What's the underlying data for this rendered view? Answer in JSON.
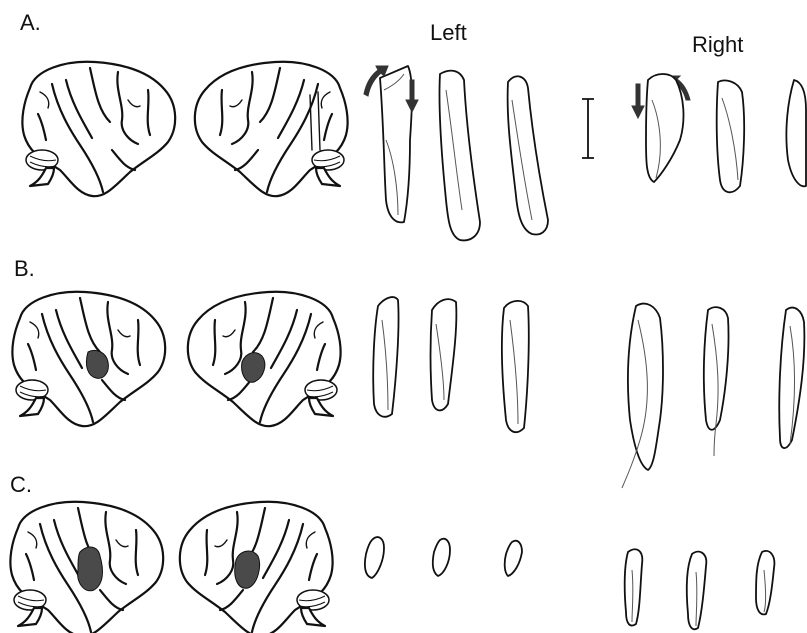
{
  "panels": [
    {
      "label": "A."
    },
    {
      "label": "B."
    },
    {
      "label": "C."
    }
  ],
  "columns": {
    "left": "Left",
    "right": "Right"
  },
  "colors": {
    "lesion": "#4a4a4a",
    "line": "#111111"
  },
  "icons": [
    "left-hemisphere-brain-icon",
    "right-hemisphere-brain-icon",
    "rotation-arrow-icon",
    "scale-bar-icon"
  ]
}
